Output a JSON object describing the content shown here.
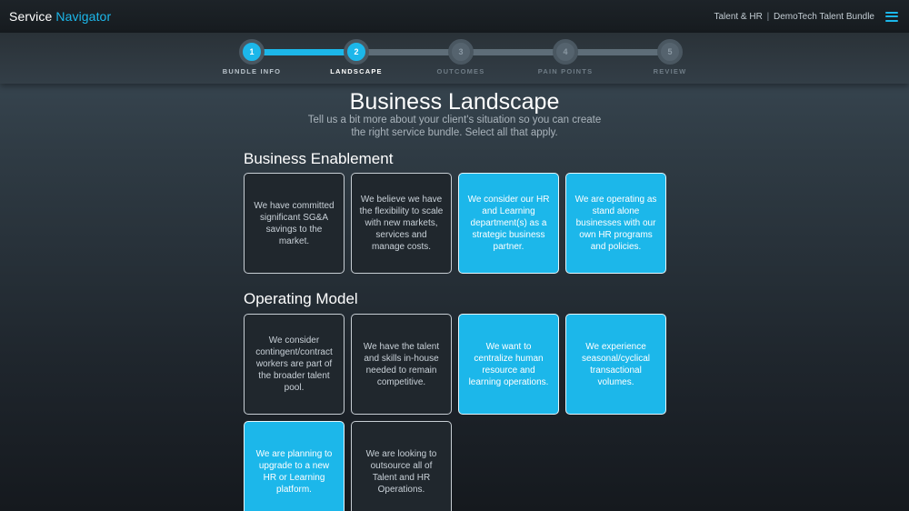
{
  "header": {
    "brand_first": "Service",
    "brand_second": "Navigator",
    "crumb_section": "Talent & HR",
    "crumb_separator": "|",
    "crumb_bundle": "DemoTech Talent Bundle",
    "accent_color": "#1cb7ea",
    "menu_icon": "hamburger-menu-icon"
  },
  "stepper": {
    "steps": [
      {
        "number": "1",
        "label": "BUNDLE INFO",
        "state": "done"
      },
      {
        "number": "2",
        "label": "LANDSCAPE",
        "state": "active"
      },
      {
        "number": "3",
        "label": "OUTCOMES",
        "state": "pending"
      },
      {
        "number": "4",
        "label": "PAIN POINTS",
        "state": "pending"
      },
      {
        "number": "5",
        "label": "REVIEW",
        "state": "pending"
      }
    ]
  },
  "page": {
    "title": "Business Landscape",
    "subtitle": "Tell us a bit more about your client's situation so you can create the right service bundle. Select all that apply."
  },
  "sections": [
    {
      "title": "Business Enablement",
      "cards": [
        {
          "text": "We have committed significant SG&A savings to the market.",
          "selected": false
        },
        {
          "text": "We believe we have the flexibility to scale with new markets, services and manage costs.",
          "selected": false
        },
        {
          "text": "We consider our HR and Learning department(s) as a strategic business partner.",
          "selected": true
        },
        {
          "text": "We are operating as stand alone businesses with our own HR programs and policies.",
          "selected": true
        }
      ]
    },
    {
      "title": "Operating Model",
      "cards": [
        {
          "text": "We consider contingent/contract workers are part of the broader talent pool.",
          "selected": false
        },
        {
          "text": "We have the talent and skills in-house needed to remain competitive.",
          "selected": false
        },
        {
          "text": "We want to centralize human resource and learning operations.",
          "selected": true
        },
        {
          "text": "We experience seasonal/cyclical transactional volumes.",
          "selected": true
        },
        {
          "text": "We are planning to upgrade to a new HR or Learning platform.",
          "selected": true
        },
        {
          "text": "We are looking to outsource all of Talent and HR Operations.",
          "selected": false
        }
      ]
    }
  ]
}
